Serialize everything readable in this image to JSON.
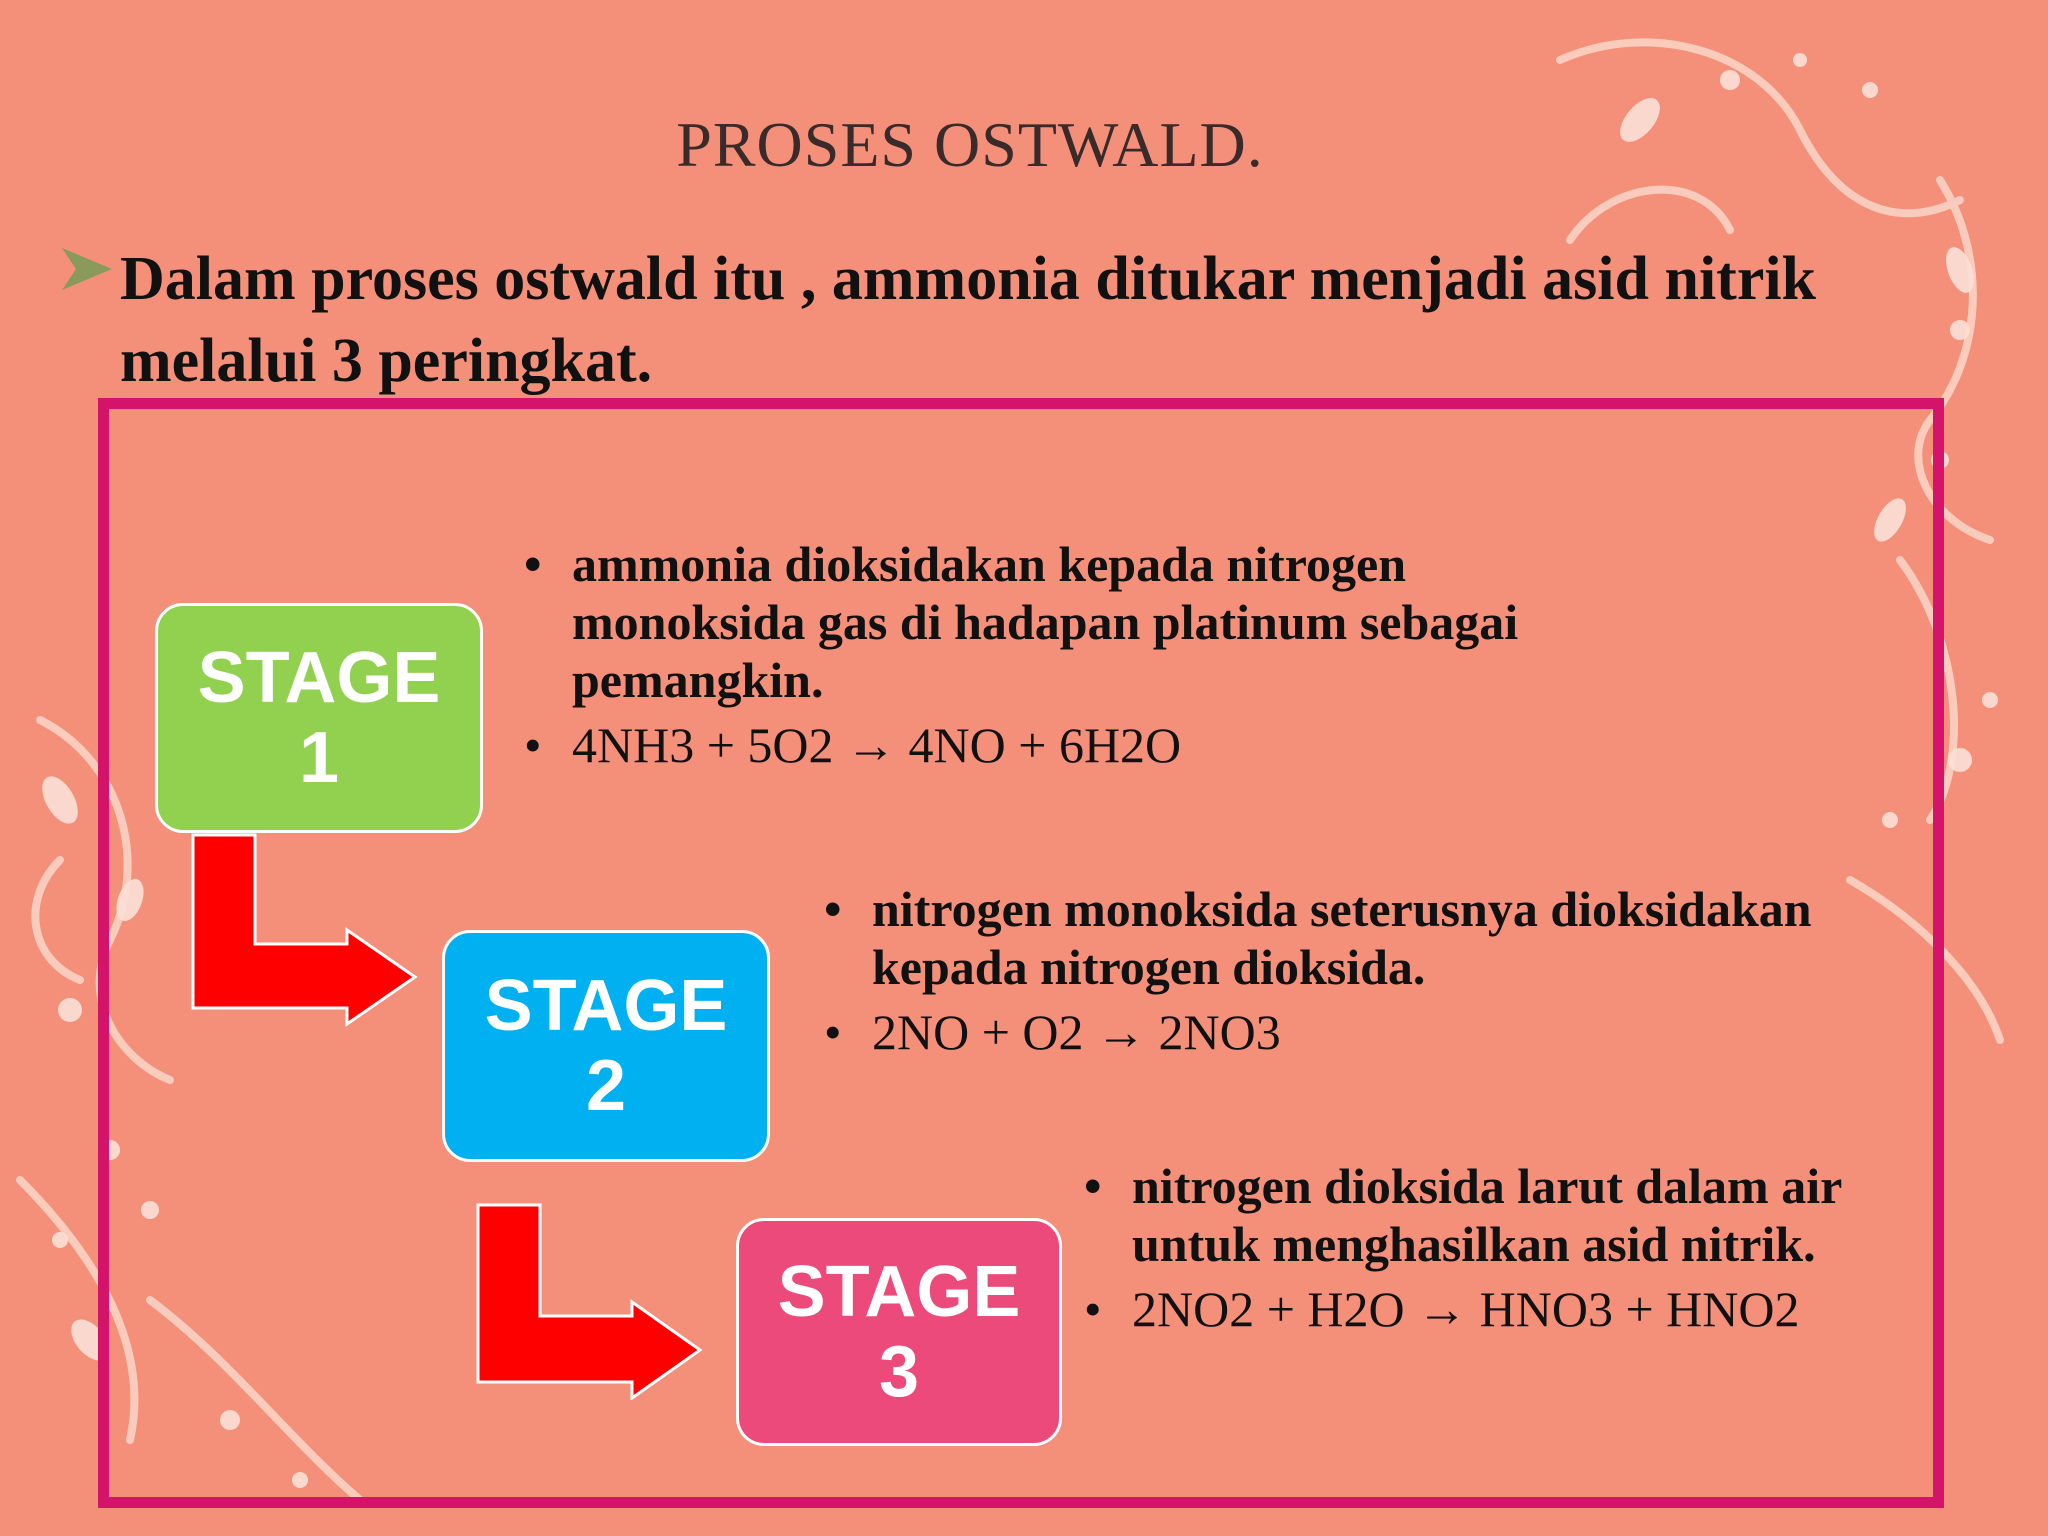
{
  "slide": {
    "title": "PROSES OSTWALD.",
    "intro": "Dalam proses ostwald itu , ammonia ditukar menjadi asid nitrik melalui 3 peringkat."
  },
  "stages": [
    {
      "label_line1": "STAGE",
      "label_line2": "1",
      "color": "#92d050",
      "description": "ammonia dioksidakan kepada nitrogen monoksida gas di hadapan platinum sebagai pemangkin.",
      "equation": "4NH3 + 5O2 → 4NO + 6H2O"
    },
    {
      "label_line1": "STAGE",
      "label_line2": "2",
      "color": "#00b0f0",
      "description": "nitrogen monoksida seterusnya dioksidakan kepada nitrogen dioksida.",
      "equation": "2NO + O2 → 2NO3"
    },
    {
      "label_line1": "STAGE",
      "label_line2": "3",
      "color": "#ec4a7b",
      "description": "nitrogen dioksida larut dalam air untuk menghasilkan asid nitrik.",
      "equation": "2NO2 + H2O → HNO3 + HNO2"
    }
  ],
  "colors": {
    "background": "#f4907a",
    "frame": "#d4136a",
    "flow_arrow": "#ff0000",
    "bullet_arrow": "#8a9a5b"
  }
}
